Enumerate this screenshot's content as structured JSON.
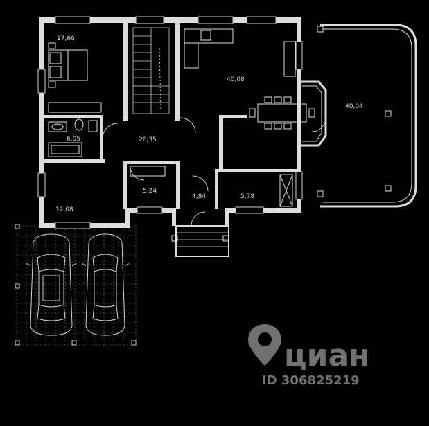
{
  "rooms": [
    {
      "id": "bedroom",
      "area": "17,66"
    },
    {
      "id": "bathroom",
      "area": "6,05"
    },
    {
      "id": "hall",
      "area": "26,35"
    },
    {
      "id": "living",
      "area": "40,08"
    },
    {
      "id": "terrace",
      "area": "40,04"
    },
    {
      "id": "small-room-a",
      "area": "5,24"
    },
    {
      "id": "vestibule",
      "area": "4,84"
    },
    {
      "id": "small-room-b",
      "area": "5,78"
    },
    {
      "id": "room-sw",
      "area": "12,08"
    }
  ],
  "watermark": {
    "brand": "циан",
    "listing_id": "ID 306825219"
  },
  "colors": {
    "background": "#000000",
    "lines": "#dcdcdc",
    "watermark": "#cdcdcd"
  }
}
